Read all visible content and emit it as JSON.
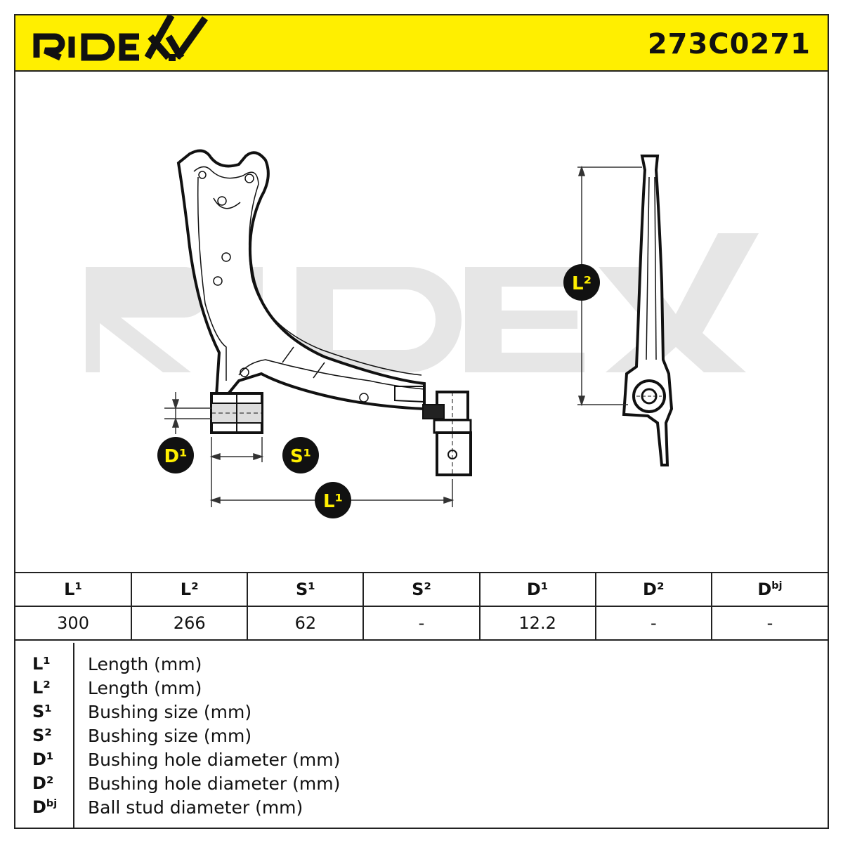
{
  "header": {
    "brand": "RIDEX",
    "part_number": "273C0271",
    "accent_color": "#ffef00"
  },
  "drawing": {
    "watermark": "RIDEX",
    "badges": {
      "d1": "D¹",
      "s1": "S¹",
      "l1": "L¹",
      "l2": "L²"
    }
  },
  "spec_table": {
    "headers": [
      "L¹",
      "L²",
      "S¹",
      "S²",
      "D¹",
      "D²",
      "Dbj"
    ],
    "values": [
      "300",
      "266",
      "62",
      "-",
      "12.2",
      "-",
      "-"
    ]
  },
  "legend": [
    {
      "symbol": "L¹",
      "description": "Length (mm)"
    },
    {
      "symbol": "L²",
      "description": "Length (mm)"
    },
    {
      "symbol": "S¹",
      "description": "Bushing size (mm)"
    },
    {
      "symbol": "S²",
      "description": "Bushing size (mm)"
    },
    {
      "symbol": "D¹",
      "description": "Bushing hole diameter (mm)"
    },
    {
      "symbol": "D²",
      "description": "Bushing hole diameter (mm)"
    },
    {
      "symbol": "Dbj",
      "description": "Ball stud diameter (mm)"
    }
  ]
}
